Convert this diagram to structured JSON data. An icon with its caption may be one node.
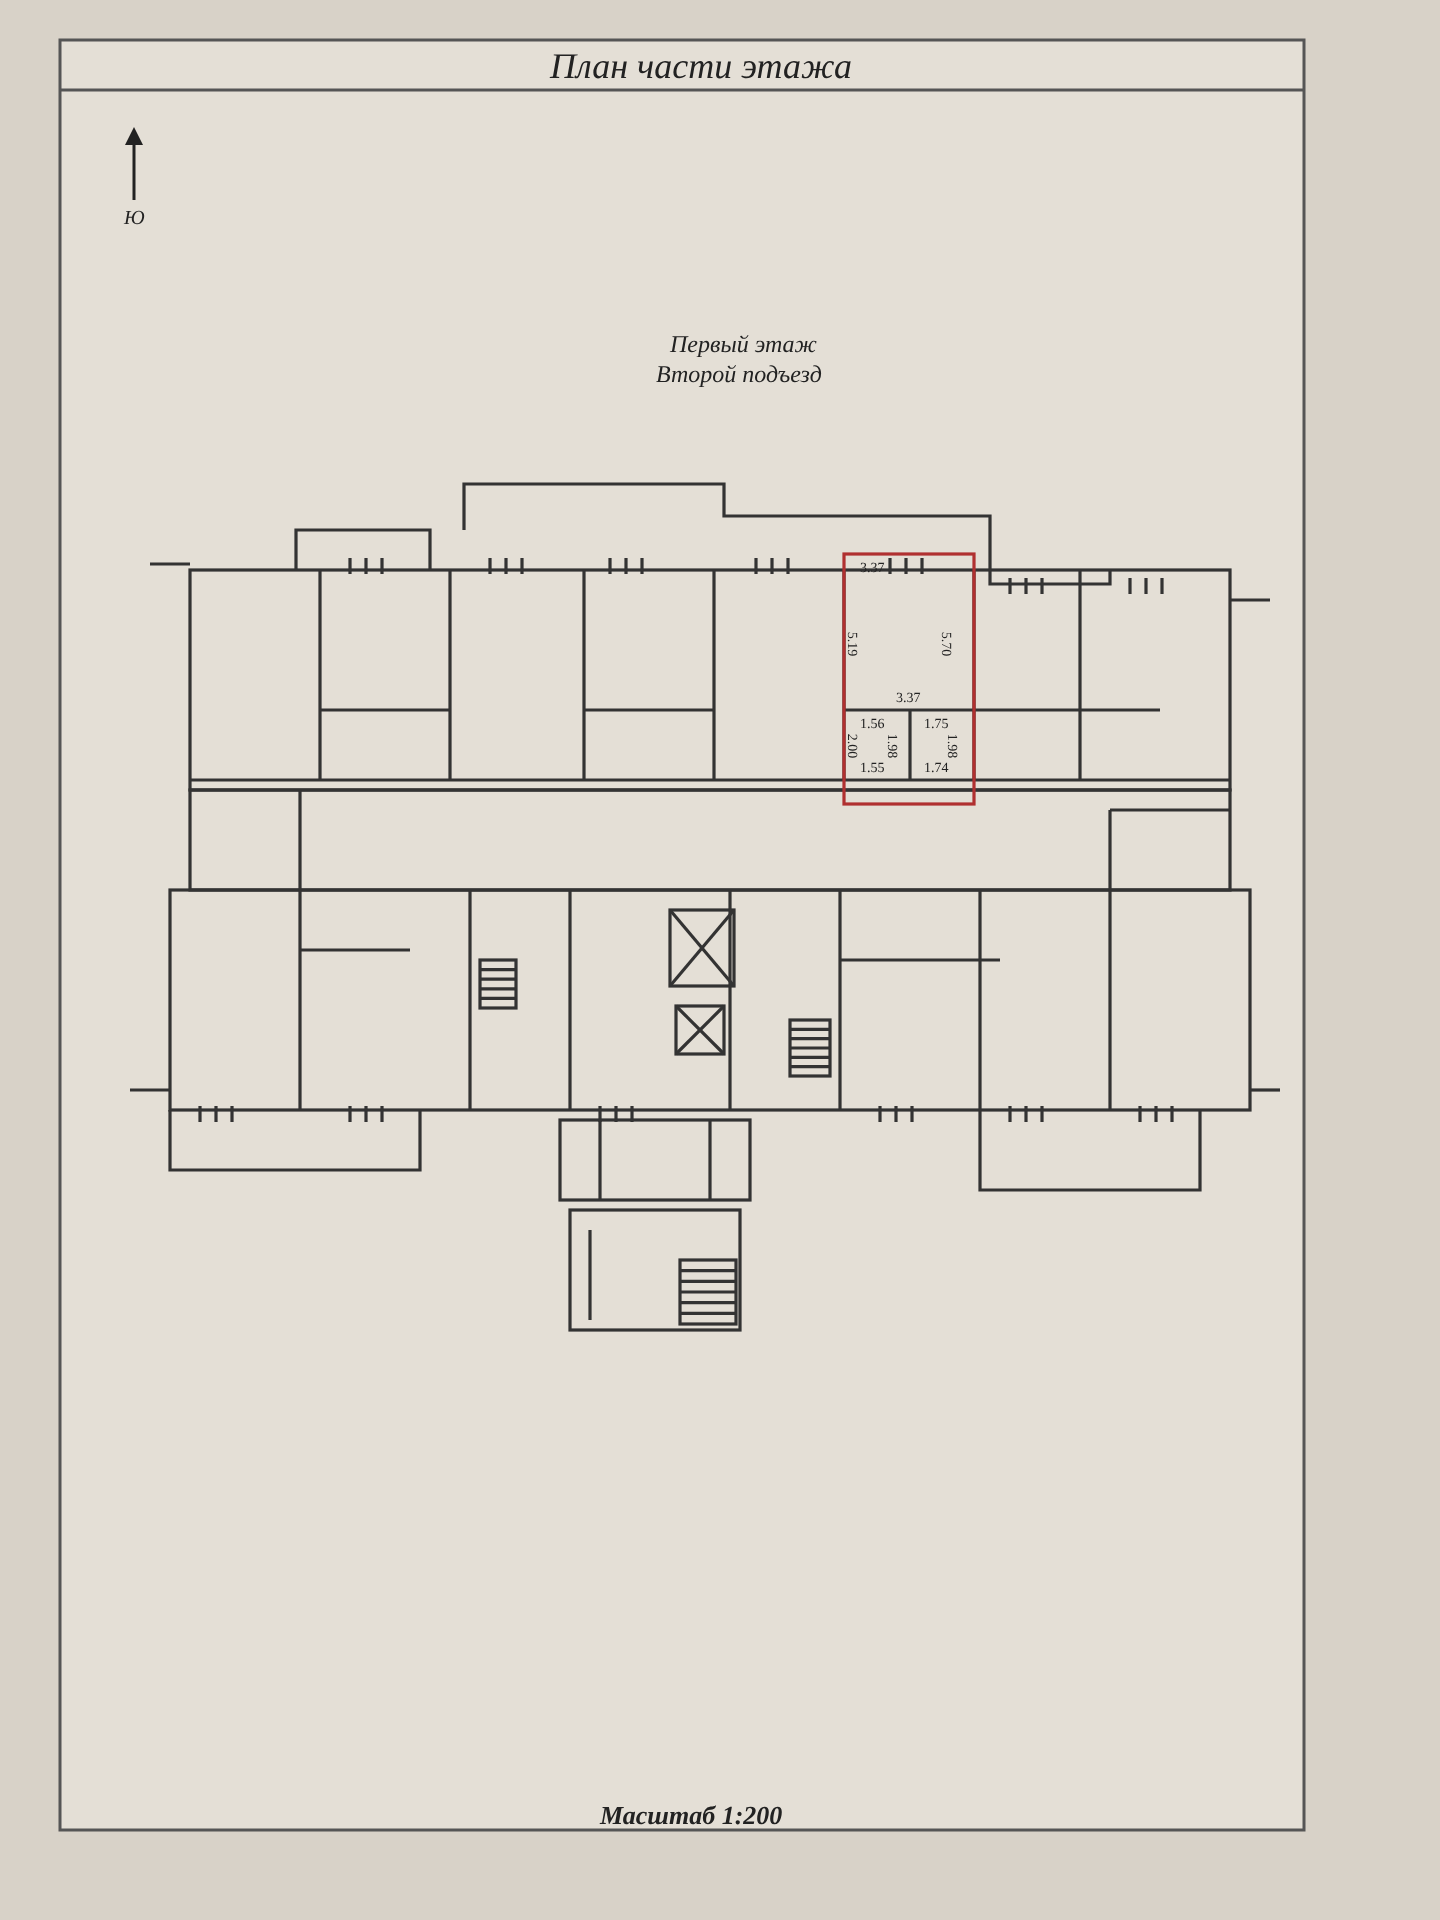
{
  "diagram": {
    "title": "План части этажа",
    "caption": "Масштаб 1:200",
    "labels": [
      "Ю",
      "Первый этаж",
      "Второй подъезд",
      "3.37",
      "5.19",
      "5.70",
      "3.37",
      "1.56",
      "1.75",
      "2.00",
      "1.98",
      "1.98",
      "1.55",
      "1.74"
    ]
  }
}
